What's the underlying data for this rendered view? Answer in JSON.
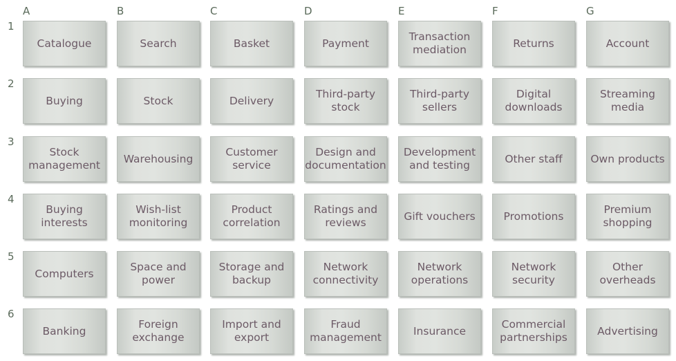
{
  "columns": [
    "A",
    "B",
    "C",
    "D",
    "E",
    "F",
    "G"
  ],
  "rows": [
    "1",
    "2",
    "3",
    "4",
    "5",
    "6"
  ],
  "cells": [
    [
      "Catalogue",
      "Search",
      "Basket",
      "Payment",
      "Transaction\nmediation",
      "Returns",
      "Account"
    ],
    [
      "Buying",
      "Stock",
      "Delivery",
      "Third-party\nstock",
      "Third-party\nsellers",
      "Digital\ndownloads",
      "Streaming\nmedia"
    ],
    [
      "Stock\nmanagement",
      "Warehousing",
      "Customer\nservice",
      "Design and\ndocumentation",
      "Development\nand testing",
      "Other staff",
      "Own products"
    ],
    [
      "Buying\ninterests",
      "Wish-list\nmonitoring",
      "Product\ncorrelation",
      "Ratings and\nreviews",
      "Gift vouchers",
      "Promotions",
      "Premium\nshopping"
    ],
    [
      "Computers",
      "Space and\npower",
      "Storage and\nbackup",
      "Network\nconnectivity",
      "Network\noperations",
      "Network\nsecurity",
      "Other\noverheads"
    ],
    [
      "Banking",
      "Foreign\nexchange",
      "Import and\nexport",
      "Fraud\nmanagement",
      "Insurance",
      "Commercial\npartnerships",
      "Advertising"
    ]
  ]
}
